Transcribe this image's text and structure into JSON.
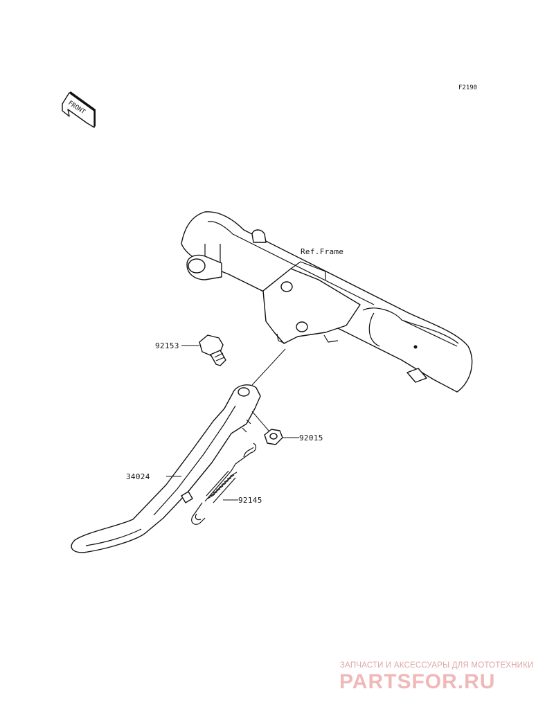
{
  "diagram": {
    "code": "F2190",
    "front_indicator": "FRONT",
    "ref_frame_label": "Ref.Frame",
    "parts": [
      {
        "number": "92153"
      },
      {
        "number": "92015"
      },
      {
        "number": "34024"
      },
      {
        "number": "92145"
      }
    ]
  },
  "watermark": {
    "tagline": "ЗАПЧАСТИ И АКСЕССУАРЫ ДЛЯ МОТОТЕХНИКИ",
    "brand": "PARTSFOR.RU",
    "color": "#f0b8b8"
  }
}
